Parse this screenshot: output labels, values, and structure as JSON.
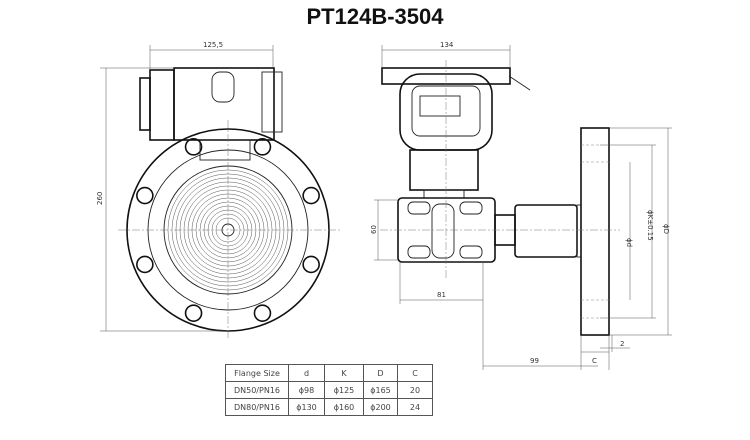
{
  "title": "PT124B-3504",
  "dimensions": {
    "front_width": "125,5",
    "height": "260",
    "side_width": "134",
    "flange_height": "60",
    "body_depth": "81",
    "extension": "99",
    "flange_thickness": "C",
    "gasket": "2",
    "dia_d": "ϕd",
    "dia_K": "ϕK±0.15",
    "dia_D": "ϕD"
  },
  "table": {
    "headers": [
      "Flange Size",
      "d",
      "K",
      "D",
      "C"
    ],
    "rows": [
      [
        "DN50/PN16",
        "ϕ98",
        "ϕ125",
        "ϕ165",
        "20"
      ],
      [
        "DN80/PN16",
        "ϕ130",
        "ϕ160",
        "ϕ200",
        "24"
      ]
    ]
  }
}
